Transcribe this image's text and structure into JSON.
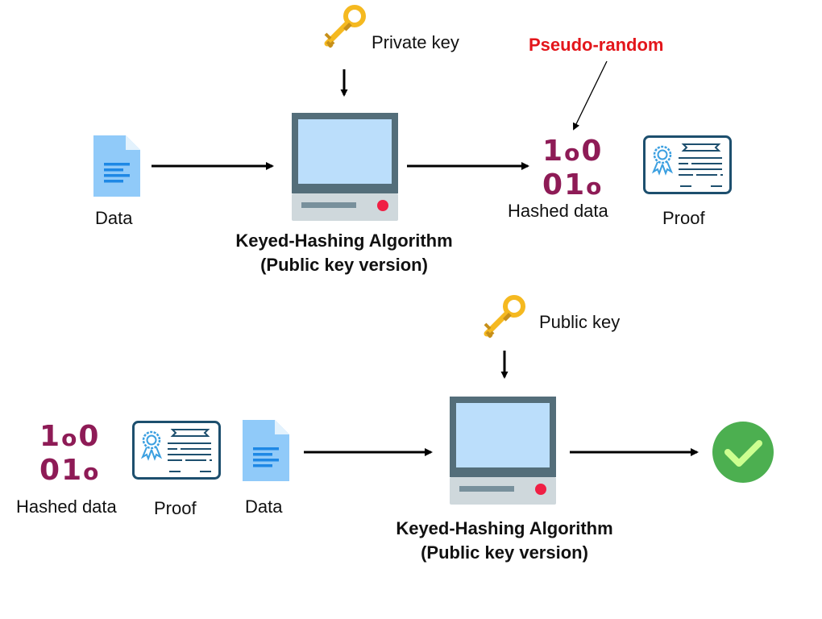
{
  "colors": {
    "binary": "#8e1b56",
    "accent_red": "#e3161b",
    "monitor_frame": "#546e7a",
    "monitor_screen": "#bbdefb",
    "monitor_base": "#cfd8dc",
    "doc_blue": "#90caf9",
    "doc_lines": "#1e88e5",
    "key_gold": "#f5b920",
    "check_green": "#4caf50",
    "check_mark": "#ccff90"
  },
  "top_flow": {
    "key_label": "Private key",
    "annotation": "Pseudo-random",
    "data_label": "Data",
    "algorithm_title": "Keyed-Hashing Algorithm",
    "algorithm_subtitle": "(Public key version)",
    "hash_line1": [
      "1",
      "o",
      "0"
    ],
    "hash_line2": [
      "0",
      "1",
      "o"
    ],
    "hashed_label": "Hashed data",
    "proof_label": "Proof"
  },
  "bottom_flow": {
    "key_label": "Public key",
    "hash_line1": [
      "1",
      "o",
      "0"
    ],
    "hash_line2": [
      "0",
      "1",
      "o"
    ],
    "hashed_label": "Hashed data",
    "proof_label": "Proof",
    "data_label": "Data",
    "algorithm_title": "Keyed-Hashing Algorithm",
    "algorithm_subtitle": "(Public key version)",
    "result_icon": "check-circle-icon"
  }
}
